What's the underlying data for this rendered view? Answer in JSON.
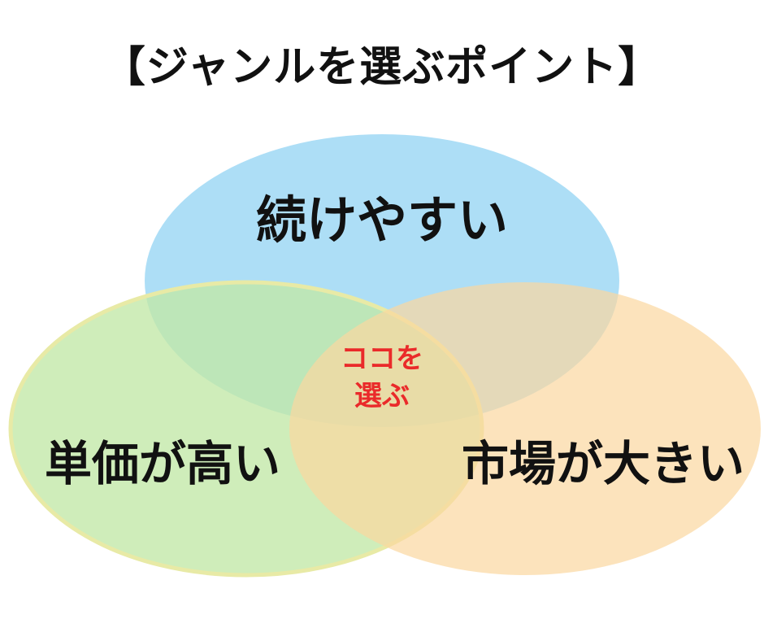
{
  "title": "【ジャンルを選ぶポイント】",
  "circles": [
    {
      "id": "top",
      "label": "続けやすい",
      "fill": "#9fd8f5",
      "stroke": "#9fd8f5"
    },
    {
      "id": "left",
      "label": "単価が高い",
      "fill": "#c9ecb4",
      "stroke": "#e8eaa6"
    },
    {
      "id": "right",
      "label": "市場が大きい",
      "fill": "#fbdcaa",
      "stroke": "#fbdcaa"
    }
  ],
  "center": {
    "line1": "ココを",
    "line2": "選ぶ",
    "color": "#ea2a2a"
  }
}
